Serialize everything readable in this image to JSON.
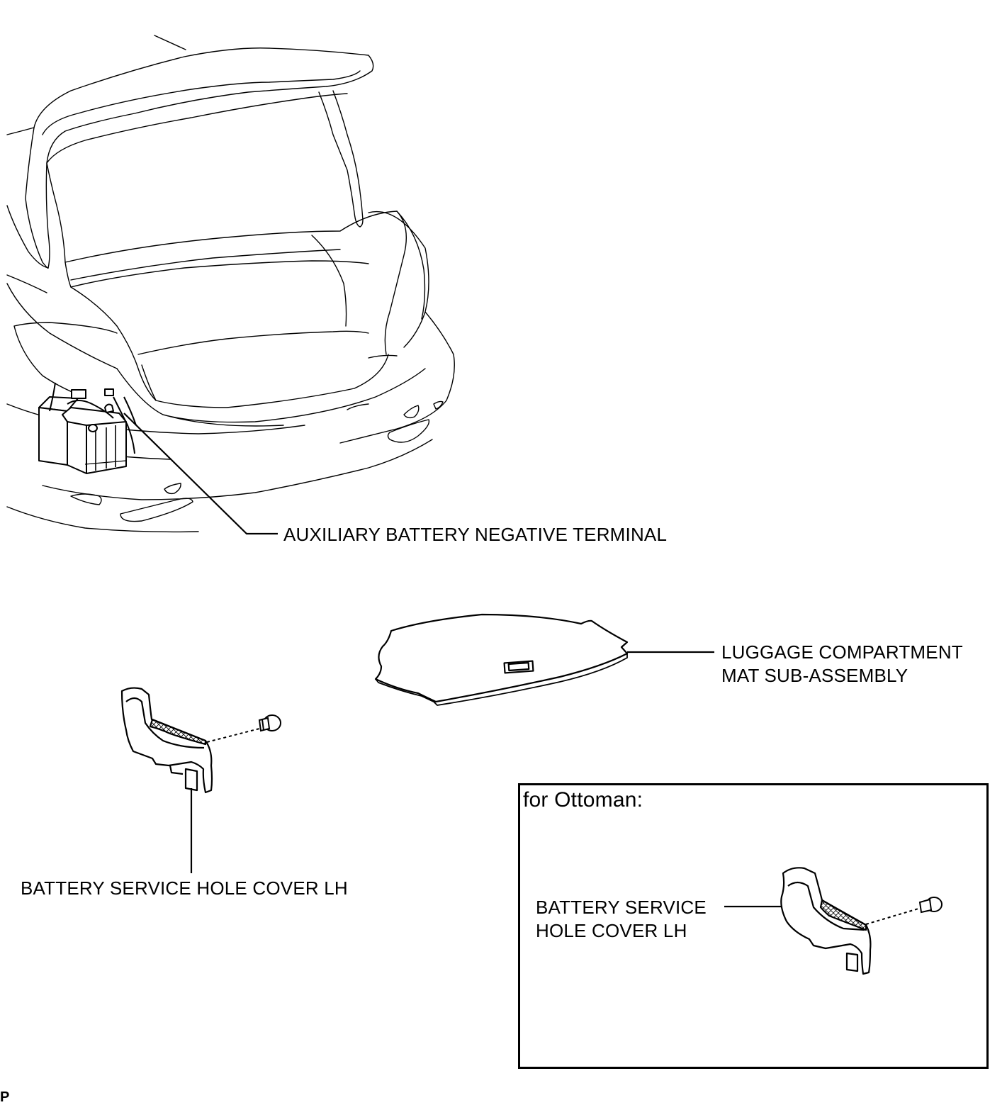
{
  "callouts": {
    "aux_battery_negative_terminal": "AUXILIARY BATTERY NEGATIVE TERMINAL",
    "luggage_mat_line1": "LUGGAGE COMPARTMENT",
    "luggage_mat_line2": "MAT SUB-ASSEMBLY",
    "battery_service_hole_cover": "BATTERY SERVICE HOLE COVER LH"
  },
  "inset": {
    "title": "for Ottoman:",
    "callout_line1": "BATTERY SERVICE",
    "callout_line2": "HOLE COVER LH"
  },
  "footer": {
    "page_code": "P"
  },
  "colors": {
    "line": "#000000",
    "background": "#ffffff"
  }
}
